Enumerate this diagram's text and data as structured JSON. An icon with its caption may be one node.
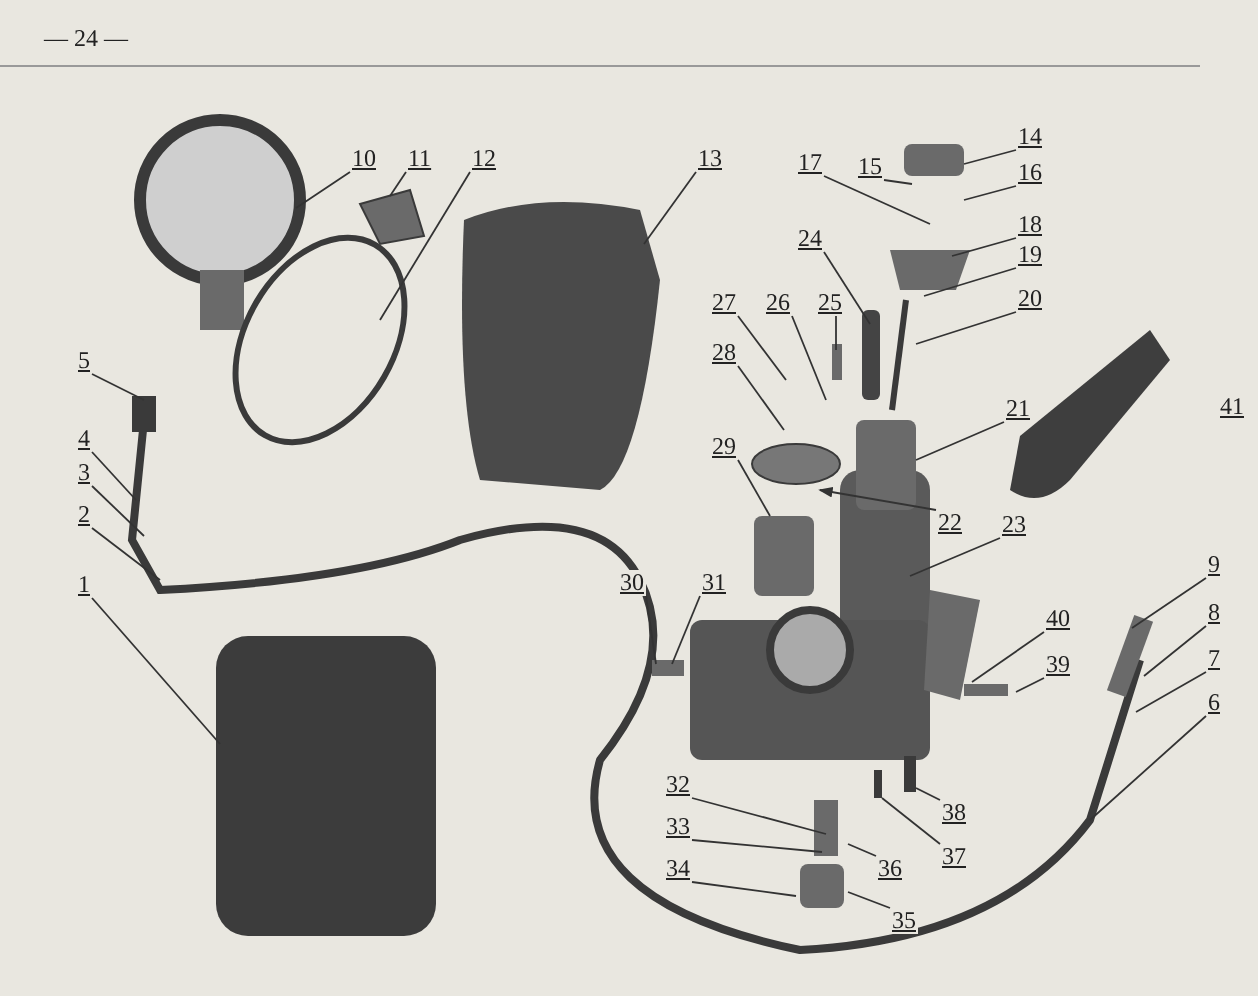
{
  "diagram": {
    "nodes": [
      {
        "text": [
          "1"
        ]
      },
      {
        "text": [
          "2"
        ]
      },
      {
        "text": [
          "3"
        ]
      },
      {
        "text": [
          "4"
        ]
      },
      {
        "text": [
          "5"
        ]
      },
      {
        "text": [
          "6"
        ]
      },
      {
        "text": [
          "7"
        ]
      },
      {
        "text": [
          "8"
        ]
      },
      {
        "text": [
          "9"
        ]
      },
      {
        "text": [
          "10"
        ]
      },
      {
        "text": [
          "11"
        ]
      },
      {
        "text": [
          "12"
        ]
      },
      {
        "text": [
          "13"
        ]
      },
      {
        "text": [
          "14"
        ]
      },
      {
        "text": [
          "15"
        ]
      },
      {
        "text": [
          "16"
        ]
      },
      {
        "text": [
          "17"
        ]
      },
      {
        "text": [
          "18"
        ]
      },
      {
        "text": [
          "19"
        ]
      },
      {
        "text": [
          "20"
        ]
      },
      {
        "text": [
          "21"
        ]
      },
      {
        "text": [
          "22"
        ]
      },
      {
        "text": [
          "23"
        ]
      },
      {
        "text": [
          "24"
        ]
      },
      {
        "text": [
          "25"
        ]
      },
      {
        "text": [
          "26"
        ]
      },
      {
        "text": [
          "27"
        ]
      },
      {
        "text": [
          "28"
        ]
      },
      {
        "text": [
          "29"
        ]
      },
      {
        "text": [
          "30"
        ]
      },
      {
        "text": [
          "31"
        ]
      },
      {
        "text": [
          "32"
        ]
      },
      {
        "text": [
          "33"
        ]
      },
      {
        "text": [
          "34"
        ]
      },
      {
        "text": [
          "35"
        ]
      },
      {
        "text": [
          "36"
        ]
      },
      {
        "text": [
          "37"
        ]
      },
      {
        "text": [
          "38"
        ]
      },
      {
        "text": [
          "39"
        ]
      },
      {
        "text": [
          "40"
        ]
      }
    ],
    "edges": [
      {
        "from": 0,
        "to": null,
        "arrow": "none"
      },
      {
        "from": 1,
        "to": null,
        "arrow": "none"
      },
      {
        "from": 2,
        "to": null,
        "arrow": "none"
      },
      {
        "from": 3,
        "to": null,
        "arrow": "none"
      },
      {
        "from": 4,
        "to": null,
        "arrow": "none"
      },
      {
        "from": 5,
        "to": null,
        "arrow": "none"
      },
      {
        "from": 6,
        "to": null,
        "arrow": "none"
      },
      {
        "from": 7,
        "to": null,
        "arrow": "none"
      },
      {
        "from": 8,
        "to": null,
        "arrow": "none"
      },
      {
        "from": 9,
        "to": null,
        "arrow": "none"
      },
      {
        "from": 10,
        "to": null,
        "arrow": "none"
      },
      {
        "from": 11,
        "to": null,
        "arrow": "none"
      },
      {
        "from": 12,
        "to": null,
        "arrow": "none"
      },
      {
        "from": 13,
        "to": null,
        "arrow": "none"
      },
      {
        "from": 14,
        "to": null,
        "arrow": "none"
      },
      {
        "from": 15,
        "to": null,
        "arrow": "none"
      },
      {
        "from": 16,
        "to": null,
        "arrow": "none"
      },
      {
        "from": 17,
        "to": null,
        "arrow": "none"
      },
      {
        "from": 18,
        "to": null,
        "arrow": "none"
      },
      {
        "from": 19,
        "to": null,
        "arrow": "none"
      },
      {
        "from": 20,
        "to": null,
        "arrow": "none"
      },
      {
        "from": 21,
        "to": null,
        "arrow": "to"
      },
      {
        "from": 22,
        "to": null,
        "arrow": "none"
      },
      {
        "from": 23,
        "to": null,
        "arrow": "none"
      },
      {
        "from": 24,
        "to": null,
        "arrow": "none"
      },
      {
        "from": 25,
        "to": null,
        "arrow": "none"
      },
      {
        "from": 26,
        "to": null,
        "arrow": "none"
      },
      {
        "from": 27,
        "to": null,
        "arrow": "none"
      },
      {
        "from": 28,
        "to": null,
        "arrow": "none"
      },
      {
        "from": 29,
        "to": null,
        "arrow": "none"
      },
      {
        "from": 30,
        "to": null,
        "arrow": "none"
      },
      {
        "from": 31,
        "to": null,
        "arrow": "none"
      },
      {
        "from": 32,
        "to": null,
        "arrow": "none"
      },
      {
        "from": 33,
        "to": null,
        "arrow": "none"
      },
      {
        "from": 34,
        "to": null,
        "arrow": "none"
      },
      {
        "from": 35,
        "to": null,
        "arrow": "none"
      },
      {
        "from": 36,
        "to": null,
        "arrow": "none"
      },
      {
        "from": 37,
        "to": null,
        "arrow": "none"
      },
      {
        "from": 38,
        "to": null,
        "arrow": "none"
      },
      {
        "from": 39,
        "to": null,
        "arrow": "none"
      }
    ],
    "labels": [
      "— 24 —",
      "41"
    ]
  }
}
